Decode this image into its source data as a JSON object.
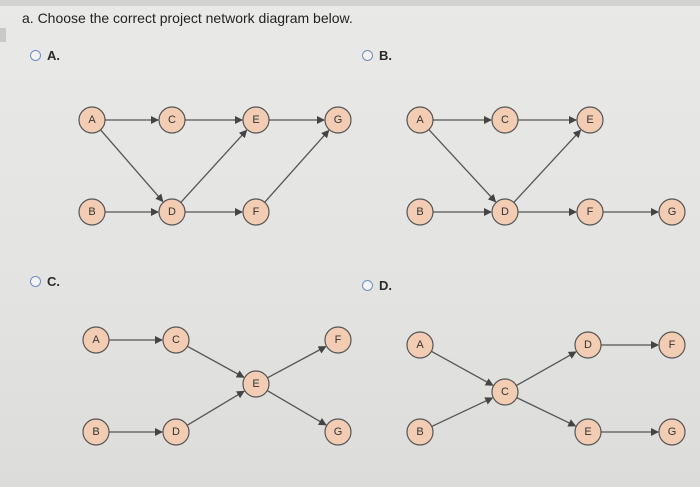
{
  "question": "a. Choose the correct project network diagram below.",
  "options": [
    {
      "id": "A",
      "label": "A.",
      "nodes": [
        {
          "id": "A",
          "label": "A"
        },
        {
          "id": "C",
          "label": "C"
        },
        {
          "id": "E",
          "label": "E"
        },
        {
          "id": "G",
          "label": "G"
        },
        {
          "id": "B",
          "label": "B"
        },
        {
          "id": "D",
          "label": "D"
        },
        {
          "id": "F",
          "label": "F"
        }
      ],
      "edges": [
        [
          "A",
          "C"
        ],
        [
          "C",
          "E"
        ],
        [
          "E",
          "G"
        ],
        [
          "A",
          "D"
        ],
        [
          "B",
          "D"
        ],
        [
          "D",
          "F"
        ],
        [
          "D",
          "E"
        ],
        [
          "F",
          "G"
        ]
      ]
    },
    {
      "id": "B",
      "label": "B.",
      "nodes": [
        {
          "id": "A",
          "label": "A"
        },
        {
          "id": "C",
          "label": "C"
        },
        {
          "id": "E",
          "label": "E"
        },
        {
          "id": "B",
          "label": "B"
        },
        {
          "id": "D",
          "label": "D"
        },
        {
          "id": "F",
          "label": "F"
        },
        {
          "id": "G",
          "label": "G"
        }
      ],
      "edges": [
        [
          "A",
          "C"
        ],
        [
          "C",
          "E"
        ],
        [
          "A",
          "D"
        ],
        [
          "B",
          "D"
        ],
        [
          "D",
          "F"
        ],
        [
          "D",
          "E"
        ],
        [
          "F",
          "G"
        ]
      ]
    },
    {
      "id": "C",
      "label": "C.",
      "nodes": [
        {
          "id": "A",
          "label": "A"
        },
        {
          "id": "C",
          "label": "C"
        },
        {
          "id": "F",
          "label": "F"
        },
        {
          "id": "E",
          "label": "E"
        },
        {
          "id": "B",
          "label": "B"
        },
        {
          "id": "D",
          "label": "D"
        },
        {
          "id": "G",
          "label": "G"
        }
      ],
      "edges": [
        [
          "A",
          "C"
        ],
        [
          "C",
          "E"
        ],
        [
          "B",
          "D"
        ],
        [
          "D",
          "E"
        ],
        [
          "E",
          "F"
        ],
        [
          "E",
          "G"
        ]
      ]
    },
    {
      "id": "D",
      "label": "D.",
      "nodes": [
        {
          "id": "A",
          "label": "A"
        },
        {
          "id": "B",
          "label": "B"
        },
        {
          "id": "C",
          "label": "C"
        },
        {
          "id": "D",
          "label": "D"
        },
        {
          "id": "E",
          "label": "E"
        },
        {
          "id": "F",
          "label": "F"
        },
        {
          "id": "G",
          "label": "G"
        }
      ],
      "edges": [
        [
          "A",
          "C"
        ],
        [
          "B",
          "C"
        ],
        [
          "C",
          "D"
        ],
        [
          "C",
          "E"
        ],
        [
          "D",
          "F"
        ],
        [
          "E",
          "G"
        ]
      ]
    }
  ]
}
